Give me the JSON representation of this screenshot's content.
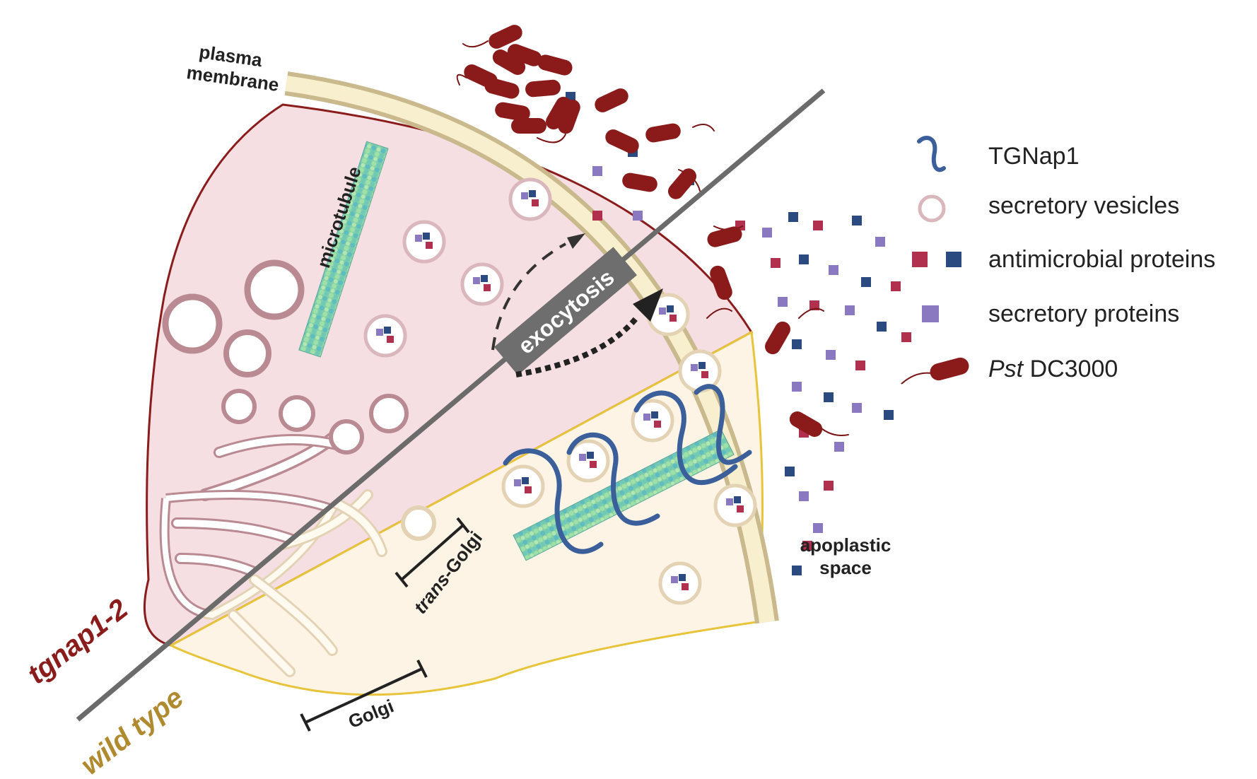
{
  "labels": {
    "plasma_membrane": [
      "plasma",
      "membrane"
    ],
    "microtubule": "microtubule",
    "exocytosis": "exocytosis",
    "apoplastic_space": [
      "apoplastic",
      "space"
    ],
    "trans_golgi_italic": "trans",
    "trans_golgi_rest": "-Golgi",
    "golgi": "Golgi",
    "mutant": "tgnap1-2",
    "wild_type": "wild type"
  },
  "legend": {
    "tgnap1": "TGNap1",
    "vesicles": "secretory vesicles",
    "antimicrobial": "antimicrobial proteins",
    "secretory": "secretory proteins",
    "pst_italic": "Pst",
    "pst_rest": " DC3000"
  },
  "colors": {
    "mutant": "#8a1c1c",
    "wild_type": "#b08a2e",
    "mutant_cytoplasm": "#f6dfe3",
    "wt_cytoplasm": "#fdf4e6",
    "membrane": "#d8c9a3",
    "bacteria": "#8b1a1a",
    "tgnap1": "#3b5f9a",
    "antimicrobial_red": "#b0304e",
    "antimicrobial_blue": "#2a4a80",
    "secretory_purple": "#8a78c0"
  }
}
